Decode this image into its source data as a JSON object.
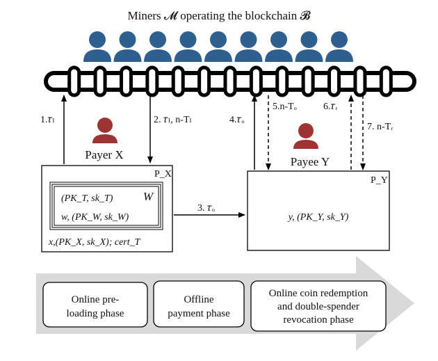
{
  "title": "Miners 𝓜 operating the blockchain 𝓑",
  "miners_count": 9,
  "miner_icon": "person-icon",
  "chain_icon": "chain-icon",
  "colors": {
    "miner": "#2e5f8f",
    "party": "#9c3434",
    "arrow_bg": "#d9d9d9",
    "line": "#000000"
  },
  "arrows": {
    "a1": "1.𝜏ₗ",
    "a2": "2. 𝜏ₗ, n-Tₗ",
    "a3": "3. 𝜏ₒ",
    "a4": "4.𝜏ₒ",
    "a5": "5.n-Tₒ",
    "a6": "6.𝜏ᵣ",
    "a7": "7. n-Tᵣ"
  },
  "payer": {
    "name": "Payer X",
    "box_label": "P_X",
    "wallet_label": "W",
    "wallet_line1": "(PK_T, sk_T)",
    "wallet_line2": "w, (PK_W, sk_W)",
    "footer": "x,(PK_X, sk_X); cert_T"
  },
  "payee": {
    "name": "Payee Y",
    "box_label": "P_Y",
    "content": "y, (PK_Y, sk_Y)"
  },
  "phases": [
    {
      "line1": "Online pre-",
      "line2": "loading phase",
      "line3": ""
    },
    {
      "line1": "Offline",
      "line2": "payment phase",
      "line3": ""
    },
    {
      "line1": "Online coin redemption",
      "line2": "and double-spender",
      "line3": "revocation phase"
    }
  ]
}
